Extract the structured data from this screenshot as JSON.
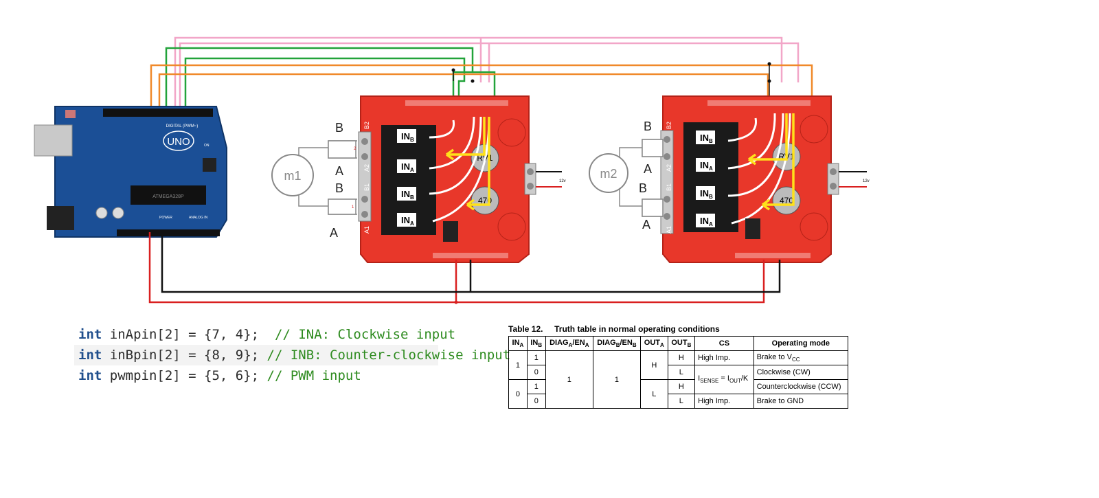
{
  "arduino": {
    "logo": "UNO",
    "digital_label": "DIGITAL (PWM~)",
    "power_label": "POWER",
    "analog_label": "ANALOG IN",
    "on_label": "ON",
    "chip_label": "ATMEGA328P"
  },
  "shields": [
    {
      "motor_label": "m1",
      "terminals": [
        "B2",
        "A2",
        "B1",
        "A1"
      ],
      "side_labels": [
        "B",
        "A",
        "B",
        "A"
      ],
      "chip_labels": [
        "IN",
        "IN",
        "IN",
        "IN"
      ],
      "chip_subs": [
        "B",
        "A",
        "B",
        "A"
      ],
      "cap_labels": [
        "RV1",
        "470"
      ],
      "resistor_marks": [
        "2",
        "1"
      ],
      "supply_label": "12v"
    },
    {
      "motor_label": "m2",
      "terminals": [
        "B2",
        "A2",
        "B1",
        "A1"
      ],
      "side_labels": [
        "B",
        "A",
        "B",
        "A"
      ],
      "chip_labels": [
        "IN",
        "IN",
        "IN",
        "IN"
      ],
      "chip_subs": [
        "B",
        "A",
        "B",
        "A"
      ],
      "cap_labels": [
        "RV1",
        "470"
      ],
      "supply_label": "12v"
    }
  ],
  "code": {
    "line1": {
      "keyword": "int",
      "decl": " inApin[2] = {7, 4};  ",
      "comment": "// INA: Clockwise input"
    },
    "line2": {
      "keyword": "int",
      "decl": " inBpin[2] = {8, 9}; ",
      "comment": "// INB: Counter-clockwise input"
    },
    "line3": {
      "keyword": "int",
      "decl": " pwmpin[2] = {5, 6}; ",
      "comment": "// PWM input"
    }
  },
  "truth_table": {
    "caption": "Table 12.     Truth table in normal operating conditions",
    "headers": {
      "ina": "IN",
      "ina_sub": "A",
      "inb": "IN",
      "inb_sub": "B",
      "diaga": "DIAG",
      "diaga_sub": "A",
      "diaga_mid": "/EN",
      "diaga_sub2": "A",
      "diagb": "DIAG",
      "diagb_sub": "B",
      "diagb_mid": "/EN",
      "diagb_sub2": "B",
      "outa": "OUT",
      "outa_sub": "A",
      "outb": "OUT",
      "outb_sub": "B",
      "cs": "CS",
      "mode": "Operating mode"
    },
    "rows": [
      {
        "ina": "1",
        "inb": "1",
        "outb": "H",
        "cs": "High Imp.",
        "mode": "Brake to V",
        "mode_sub": "CC"
      },
      {
        "inb": "0",
        "outb": "L",
        "mode": "Clockwise (CW)"
      },
      {
        "ina": "0",
        "inb": "1",
        "outb": "H",
        "mode": "Counterclockwise (CCW)"
      },
      {
        "inb": "0",
        "outb": "L",
        "cs": "High Imp.",
        "mode": "Brake to GND"
      }
    ],
    "merged": {
      "diaga": "1",
      "diagb": "1",
      "outa_top": "H",
      "outa_bottom": "L",
      "cs_mid_pre": "I",
      "cs_mid_sub": "SENSE",
      "cs_mid_eq": " = I",
      "cs_mid_sub2": "OUT",
      "cs_mid_post": "/K"
    }
  },
  "colors": {
    "board_red": "#e8372a",
    "arduino_blue": "#1b4f96",
    "wire_pink": "#f2a6c8",
    "wire_green": "#22a33a",
    "wire_orange": "#f0892a",
    "wire_red": "#d92020",
    "wire_black": "#111111",
    "arrow_yellow": "#ffe11a"
  }
}
